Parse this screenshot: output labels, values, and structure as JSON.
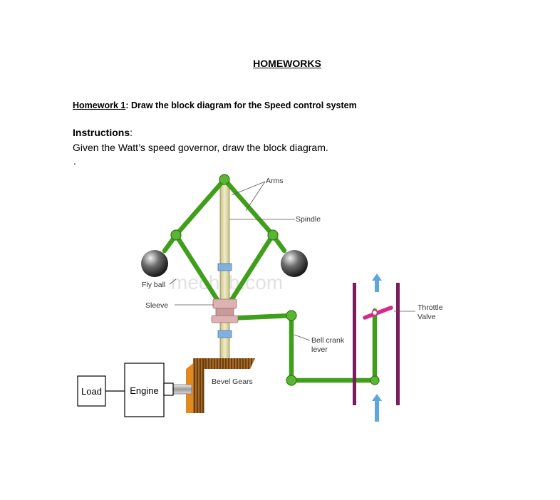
{
  "page": {
    "heading": "HOMEWORKS",
    "homework_label": "Homework 1",
    "homework_sep": ": ",
    "homework_task": "Draw the block diagram for the Speed control system",
    "instructions_title": "Instructions",
    "instructions_colon": ":",
    "instructions_text": "Given the Watt’s speed governor, draw the block diagram.",
    "bullet_dot": "."
  },
  "diagram": {
    "arms": "Arms",
    "spindle": "Spindle",
    "fly_ball": "Fly ball",
    "sleeve": "Sleeve",
    "bell_crank_1": "Bell crank",
    "bell_crank_2": "lever",
    "throttle_1": "Throttle",
    "throttle_2": "Valve",
    "bevel_gears": "Bevel Gears",
    "load": "Load",
    "engine": "Engine",
    "watermark": "mechlib.com"
  },
  "colors": {
    "link_green": "#3f9f1a",
    "spindle": "#d9d3a3",
    "purple": "#7a1c5e",
    "magenta": "#d42a8c",
    "arrow_blue": "#5da6e0",
    "gear_brown": "#a06020",
    "sleeve_pink": "#dcb2b2"
  }
}
